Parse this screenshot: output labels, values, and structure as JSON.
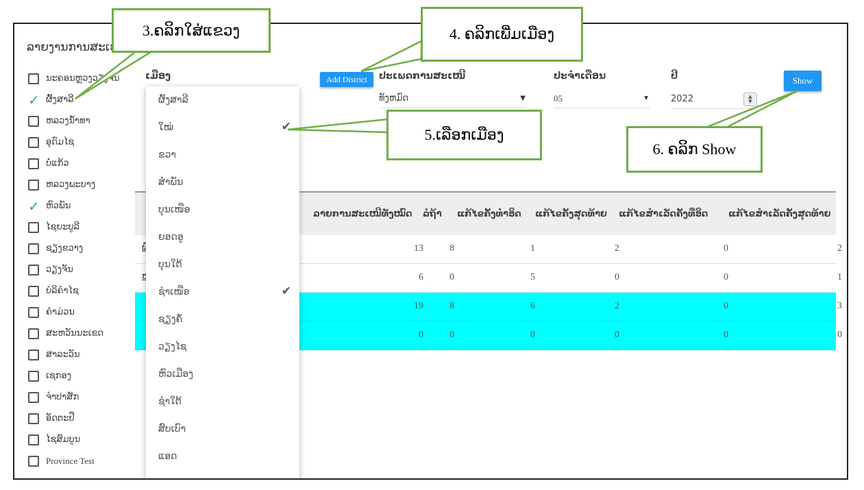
{
  "page": {
    "title": "ລາຍງານການສະເໜີ"
  },
  "provinces": [
    {
      "label": "ນະຄອນຫຼວງວຽງຈັນ",
      "checked": false
    },
    {
      "label": "ຜົ້ງສາລີ",
      "checked": true
    },
    {
      "label": "ຫລວງນ້ຳທາ",
      "checked": false
    },
    {
      "label": "ອຸດົມໄຊ",
      "checked": false
    },
    {
      "label": "ບໍ່ແກ້ວ",
      "checked": false
    },
    {
      "label": "ຫລວງພະບາງ",
      "checked": false
    },
    {
      "label": "ຫົວພັນ",
      "checked": true
    },
    {
      "label": "ໄຊຍະບູລີ",
      "checked": false
    },
    {
      "label": "ຊຽງຂວາງ",
      "checked": false
    },
    {
      "label": "ວຽງຈັນ",
      "checked": false
    },
    {
      "label": "ບໍລິຄໍາໄຊ",
      "checked": false
    },
    {
      "label": "ຄໍາມ່ວນ",
      "checked": false
    },
    {
      "label": "ສະຫວັນນະເຂດ",
      "checked": false
    },
    {
      "label": "ສາລະວັນ",
      "checked": false
    },
    {
      "label": "ເຊກອງ",
      "checked": false
    },
    {
      "label": "ຈໍາປາສັກ",
      "checked": false
    },
    {
      "label": "ອັດຕະປື",
      "checked": false
    },
    {
      "label": "ໄຊສົມບູນ",
      "checked": false
    },
    {
      "label": "Province Test",
      "checked": false
    }
  ],
  "filters": {
    "district_label": "ເມືອງ",
    "add_district_button": "Add District",
    "type_label": "ປະເພດການສະເໜີ",
    "type_value": "ທັງຫມົດ",
    "month_label": "ປະຈຳເດືອນ",
    "month_value": "05",
    "year_label": "ປີ",
    "year_value": "2022",
    "show_button": "Show"
  },
  "district_dropdown": [
    {
      "label": "ຜົ້ງສາລີ",
      "checked": false
    },
    {
      "label": "ໃໝ່",
      "checked": true
    },
    {
      "label": "ຂວາ",
      "checked": false
    },
    {
      "label": "ສຳພັນ",
      "checked": false
    },
    {
      "label": "ບຸນເໜືອ",
      "checked": false
    },
    {
      "label": "ຍອດອູ",
      "checked": false
    },
    {
      "label": "ບຸນໃຕ້",
      "checked": false
    },
    {
      "label": "ຊຳເໜືອ",
      "checked": true
    },
    {
      "label": "ຊຽງຄໍ້",
      "checked": false
    },
    {
      "label": "ວຽງໄຊ",
      "checked": false
    },
    {
      "label": "ຫົວເມືອງ",
      "checked": false
    },
    {
      "label": "ຊຳໃຕ້",
      "checked": false
    },
    {
      "label": "ສົບເບົາ",
      "checked": false
    },
    {
      "label": "ແອດ",
      "checked": false
    }
  ],
  "table": {
    "headers": [
      "ລາຍການສະເໜີທັງໝົດ",
      "ລໍຖ້າ",
      "ແກ້ໄຂຄັ້ງທໍາອິດ",
      "ແກ້ໄຂຄັ້ງສຸດທ້າຍ",
      "ແກ້ໄຂສໍາເລັດຄັ້ງທີ່ອິດ",
      "ແກ້ໄຂສໍາເລັດຄັ້ງສຸດທ້າຍ"
    ],
    "rows": [
      {
        "name": "ຜົ",
        "values": [
          "13",
          "8",
          "1",
          "2",
          "0",
          "2"
        ],
        "highlight": false
      },
      {
        "name": "ຫ",
        "values": [
          "6",
          "0",
          "5",
          "0",
          "0",
          "1"
        ],
        "highlight": false
      },
      {
        "name": "",
        "values": [
          "19",
          "8",
          "6",
          "2",
          "0",
          "3"
        ],
        "highlight": true
      },
      {
        "name": "",
        "values": [
          "0",
          "0",
          "0",
          "0",
          "0",
          "0"
        ],
        "highlight": true
      }
    ]
  },
  "annotations": {
    "step3": "3.ຄລິກໃສ່ແຂວງ",
    "step4": "4. ຄລິກເພີ່ມເມືອງ",
    "step5": "5.ເລືອກເມືອງ",
    "step6": "6. ຄລິກ Show"
  },
  "colors": {
    "accent": "#2196f3",
    "highlight_row": "#00ffff",
    "callout_border": "#70ad47",
    "check_teal": "#26a69a"
  },
  "icons": {
    "checked_province": "check-icon",
    "dropdown_check": "checkmark-icon",
    "select_caret": "caret-down-icon",
    "year_spinner": "spinner-icon"
  }
}
